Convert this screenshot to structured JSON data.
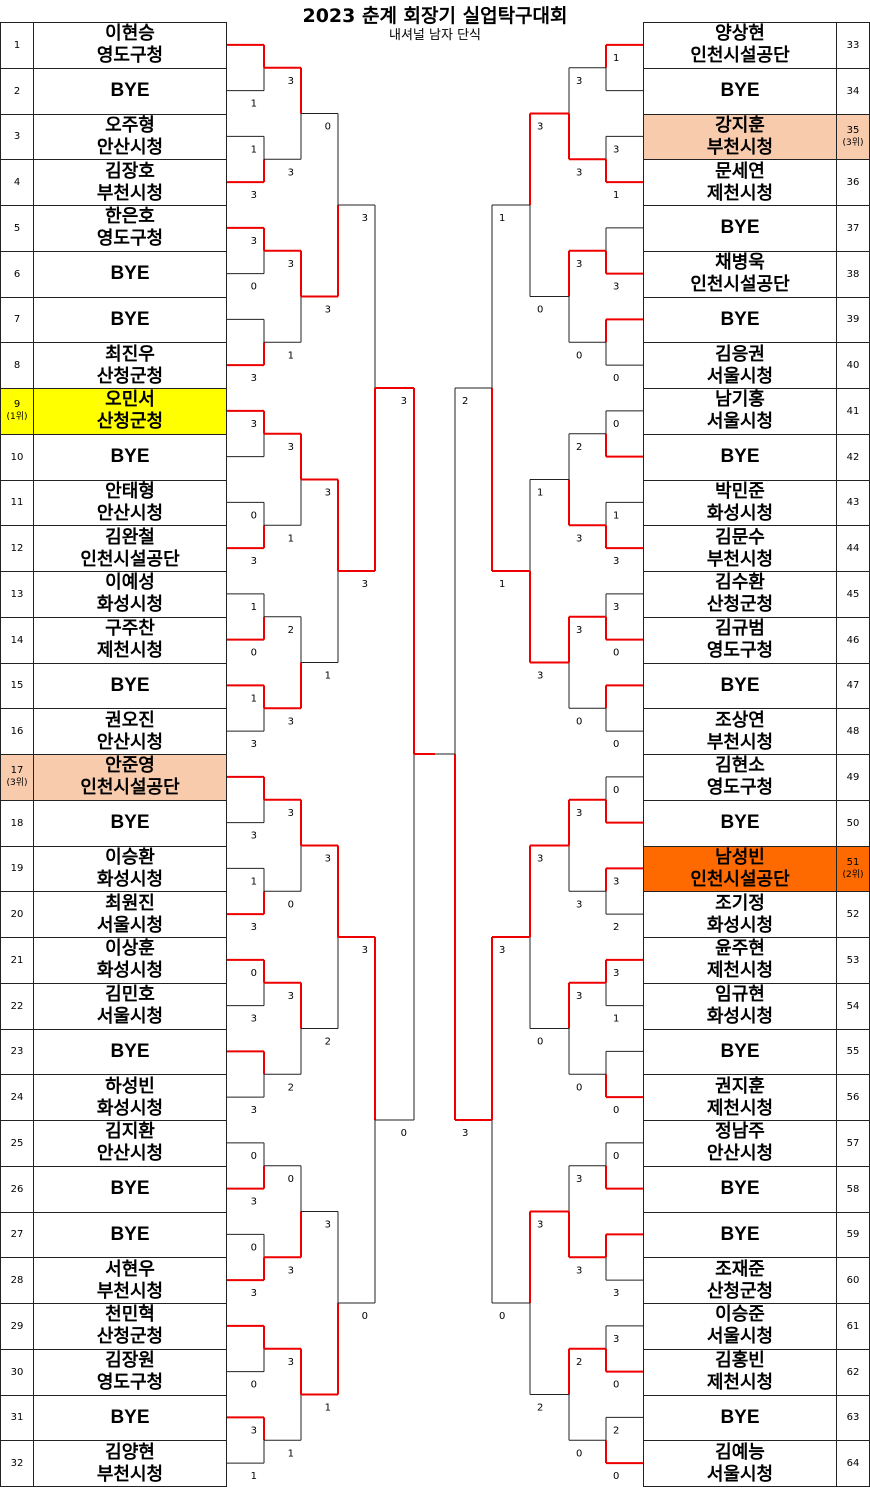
{
  "title": "2023 춘계 회장기 실업탁구대회",
  "subtitle": "내셔널 남자 단식",
  "highlight_colors": {
    "first": "#ffff00",
    "second": "#ff6a00",
    "third": "#f8cbad",
    "win_line": "#ee0000",
    "lose_line": "#222222"
  },
  "left_slots": [
    {
      "no": "1",
      "rank": "",
      "hl": "",
      "names": [
        "이현승",
        "영도구청"
      ]
    },
    {
      "no": "2",
      "rank": "",
      "hl": "",
      "names": [
        "BYE"
      ]
    },
    {
      "no": "3",
      "rank": "",
      "hl": "",
      "names": [
        "오주형",
        "안산시청"
      ]
    },
    {
      "no": "4",
      "rank": "",
      "hl": "",
      "names": [
        "김장호",
        "부천시청"
      ]
    },
    {
      "no": "5",
      "rank": "",
      "hl": "",
      "names": [
        "한은호",
        "영도구청"
      ]
    },
    {
      "no": "6",
      "rank": "",
      "hl": "",
      "names": [
        "BYE"
      ]
    },
    {
      "no": "7",
      "rank": "",
      "hl": "",
      "names": [
        "BYE"
      ]
    },
    {
      "no": "8",
      "rank": "",
      "hl": "",
      "names": [
        "최진우",
        "산청군청"
      ]
    },
    {
      "no": "9",
      "rank": "(1위)",
      "hl": "first",
      "names": [
        "오민서",
        "산청군청"
      ]
    },
    {
      "no": "10",
      "rank": "",
      "hl": "",
      "names": [
        "BYE"
      ]
    },
    {
      "no": "11",
      "rank": "",
      "hl": "",
      "names": [
        "안태형",
        "안산시청"
      ]
    },
    {
      "no": "12",
      "rank": "",
      "hl": "",
      "names": [
        "김완철",
        "인천시설공단"
      ]
    },
    {
      "no": "13",
      "rank": "",
      "hl": "",
      "names": [
        "이예성",
        "화성시청"
      ]
    },
    {
      "no": "14",
      "rank": "",
      "hl": "",
      "names": [
        "구주찬",
        "제천시청"
      ]
    },
    {
      "no": "15",
      "rank": "",
      "hl": "",
      "names": [
        "BYE"
      ]
    },
    {
      "no": "16",
      "rank": "",
      "hl": "",
      "names": [
        "권오진",
        "안산시청"
      ]
    },
    {
      "no": "17",
      "rank": "(3위)",
      "hl": "third",
      "names": [
        "안준영",
        "인천시설공단"
      ]
    },
    {
      "no": "18",
      "rank": "",
      "hl": "",
      "names": [
        "BYE"
      ]
    },
    {
      "no": "19",
      "rank": "",
      "hl": "",
      "names": [
        "이승환",
        "화성시청"
      ]
    },
    {
      "no": "20",
      "rank": "",
      "hl": "",
      "names": [
        "최원진",
        "서울시청"
      ]
    },
    {
      "no": "21",
      "rank": "",
      "hl": "",
      "names": [
        "이상훈",
        "화성시청"
      ]
    },
    {
      "no": "22",
      "rank": "",
      "hl": "",
      "names": [
        "김민호",
        "서울시청"
      ]
    },
    {
      "no": "23",
      "rank": "",
      "hl": "",
      "names": [
        "BYE"
      ]
    },
    {
      "no": "24",
      "rank": "",
      "hl": "",
      "names": [
        "하성빈",
        "화성시청"
      ]
    },
    {
      "no": "25",
      "rank": "",
      "hl": "",
      "names": [
        "김지환",
        "안산시청"
      ]
    },
    {
      "no": "26",
      "rank": "",
      "hl": "",
      "names": [
        "BYE"
      ]
    },
    {
      "no": "27",
      "rank": "",
      "hl": "",
      "names": [
        "BYE"
      ]
    },
    {
      "no": "28",
      "rank": "",
      "hl": "",
      "names": [
        "서현우",
        "부천시청"
      ]
    },
    {
      "no": "29",
      "rank": "",
      "hl": "",
      "names": [
        "천민혁",
        "산청군청"
      ]
    },
    {
      "no": "30",
      "rank": "",
      "hl": "",
      "names": [
        "김장원",
        "영도구청"
      ]
    },
    {
      "no": "31",
      "rank": "",
      "hl": "",
      "names": [
        "BYE"
      ]
    },
    {
      "no": "32",
      "rank": "",
      "hl": "",
      "names": [
        "김양현",
        "부천시청"
      ]
    }
  ],
  "right_slots": [
    {
      "no": "33",
      "rank": "",
      "hl": "",
      "names": [
        "양상현",
        "인천시설공단"
      ]
    },
    {
      "no": "34",
      "rank": "",
      "hl": "",
      "names": [
        "BYE"
      ]
    },
    {
      "no": "35",
      "rank": "(3위)",
      "hl": "third",
      "names": [
        "강지훈",
        "부천시청"
      ]
    },
    {
      "no": "36",
      "rank": "",
      "hl": "",
      "names": [
        "문세연",
        "제천시청"
      ]
    },
    {
      "no": "37",
      "rank": "",
      "hl": "",
      "names": [
        "BYE"
      ]
    },
    {
      "no": "38",
      "rank": "",
      "hl": "",
      "names": [
        "채병욱",
        "인천시설공단"
      ]
    },
    {
      "no": "39",
      "rank": "",
      "hl": "",
      "names": [
        "BYE"
      ]
    },
    {
      "no": "40",
      "rank": "",
      "hl": "",
      "names": [
        "김응권",
        "서울시청"
      ]
    },
    {
      "no": "41",
      "rank": "",
      "hl": "",
      "names": [
        "남기홍",
        "서울시청"
      ]
    },
    {
      "no": "42",
      "rank": "",
      "hl": "",
      "names": [
        "BYE"
      ]
    },
    {
      "no": "43",
      "rank": "",
      "hl": "",
      "names": [
        "박민준",
        "화성시청"
      ]
    },
    {
      "no": "44",
      "rank": "",
      "hl": "",
      "names": [
        "김문수",
        "부천시청"
      ]
    },
    {
      "no": "45",
      "rank": "",
      "hl": "",
      "names": [
        "김수환",
        "산청군청"
      ]
    },
    {
      "no": "46",
      "rank": "",
      "hl": "",
      "names": [
        "김규범",
        "영도구청"
      ]
    },
    {
      "no": "47",
      "rank": "",
      "hl": "",
      "names": [
        "BYE"
      ]
    },
    {
      "no": "48",
      "rank": "",
      "hl": "",
      "names": [
        "조상연",
        "부천시청"
      ]
    },
    {
      "no": "49",
      "rank": "",
      "hl": "",
      "names": [
        "김현소",
        "영도구청"
      ]
    },
    {
      "no": "50",
      "rank": "",
      "hl": "",
      "names": [
        "BYE"
      ]
    },
    {
      "no": "51",
      "rank": "(2위)",
      "hl": "second",
      "names": [
        "남성빈",
        "인천시설공단"
      ]
    },
    {
      "no": "52",
      "rank": "",
      "hl": "",
      "names": [
        "조기정",
        "화성시청"
      ]
    },
    {
      "no": "53",
      "rank": "",
      "hl": "",
      "names": [
        "윤주현",
        "제천시청"
      ]
    },
    {
      "no": "54",
      "rank": "",
      "hl": "",
      "names": [
        "임규현",
        "화성시청"
      ]
    },
    {
      "no": "55",
      "rank": "",
      "hl": "",
      "names": [
        "BYE"
      ]
    },
    {
      "no": "56",
      "rank": "",
      "hl": "",
      "names": [
        "권지훈",
        "제천시청"
      ]
    },
    {
      "no": "57",
      "rank": "",
      "hl": "",
      "names": [
        "정남주",
        "안산시청"
      ]
    },
    {
      "no": "58",
      "rank": "",
      "hl": "",
      "names": [
        "BYE"
      ]
    },
    {
      "no": "59",
      "rank": "",
      "hl": "",
      "names": [
        "BYE"
      ]
    },
    {
      "no": "60",
      "rank": "",
      "hl": "",
      "names": [
        "조재준",
        "산청군청"
      ]
    },
    {
      "no": "61",
      "rank": "",
      "hl": "",
      "names": [
        "이승준",
        "서울시청"
      ]
    },
    {
      "no": "62",
      "rank": "",
      "hl": "",
      "names": [
        "김홍빈",
        "제천시청"
      ]
    },
    {
      "no": "63",
      "rank": "",
      "hl": "",
      "names": [
        "BYE"
      ]
    },
    {
      "no": "64",
      "rank": "",
      "hl": "",
      "names": [
        "김예능",
        "서울시청"
      ]
    }
  ],
  "rounds": {
    "left": [
      [
        [
          "",
          "1"
        ],
        [
          1,
          3
        ],
        [
          3,
          0
        ],
        [
          "",
          3
        ],
        [
          3,
          ""
        ],
        [
          0,
          3
        ],
        [
          1,
          0
        ],
        [
          1,
          3
        ],
        [
          "",
          "3"
        ],
        [
          1,
          3
        ],
        [
          0,
          3
        ],
        [
          "",
          "3"
        ],
        [
          0,
          3
        ],
        [
          0,
          3
        ],
        [
          "",
          0
        ],
        [
          3,
          1
        ]
      ],
      [
        [
          3,
          3
        ],
        [
          3,
          1
        ],
        [
          3,
          1
        ],
        [
          2,
          3
        ],
        [
          3,
          0
        ],
        [
          3,
          2
        ],
        [
          0,
          3
        ],
        [
          3,
          1
        ]
      ],
      [
        [
          0,
          3
        ],
        [
          3,
          1
        ],
        [
          3,
          2
        ],
        [
          3,
          1
        ]
      ],
      [
        [
          3,
          3
        ],
        [
          3,
          0
        ]
      ],
      [
        [
          3,
          0
        ]
      ]
    ],
    "right": [
      [
        [
          1,
          ""
        ],
        [
          3,
          1
        ],
        [
          "",
          3
        ],
        [
          "",
          0
        ],
        [
          0,
          ""
        ],
        [
          1,
          3
        ],
        [
          3,
          0
        ],
        [
          "",
          0
        ],
        [
          0,
          ""
        ],
        [
          3,
          2
        ],
        [
          3,
          1
        ],
        [
          "",
          0
        ],
        [
          0,
          ""
        ],
        [
          "",
          3
        ],
        [
          3,
          0
        ],
        [
          2,
          0
        ]
      ],
      [
        [
          3,
          3
        ],
        [
          3,
          0
        ],
        [
          2,
          3
        ],
        [
          3,
          0
        ],
        [
          3,
          3
        ],
        [
          3,
          0
        ],
        [
          3,
          3
        ],
        [
          2,
          0
        ]
      ],
      [
        [
          3,
          0
        ],
        [
          1,
          3
        ],
        [
          3,
          0
        ],
        [
          3,
          2
        ]
      ],
      [
        [
          1,
          1
        ],
        [
          3,
          0
        ]
      ],
      [
        [
          2,
          3
        ]
      ]
    ]
  },
  "winners": {
    "left": [
      [
        0,
        1,
        0,
        1,
        0,
        1,
        1,
        0,
        0,
        1,
        0,
        0,
        1,
        1,
        0,
        0
      ],
      [
        0,
        0,
        0,
        1,
        0,
        0,
        1,
        0
      ],
      [
        1,
        0,
        0,
        1
      ],
      [
        1,
        0
      ],
      [
        0
      ]
    ],
    "right": [
      [
        0,
        1,
        1,
        0,
        1,
        1,
        1,
        0,
        1,
        0,
        0,
        1,
        1,
        0,
        1,
        1
      ],
      [
        1,
        0,
        1,
        0,
        0,
        0,
        1,
        0
      ],
      [
        0,
        1,
        0,
        0
      ],
      [
        1,
        0
      ],
      [
        1
      ]
    ]
  }
}
